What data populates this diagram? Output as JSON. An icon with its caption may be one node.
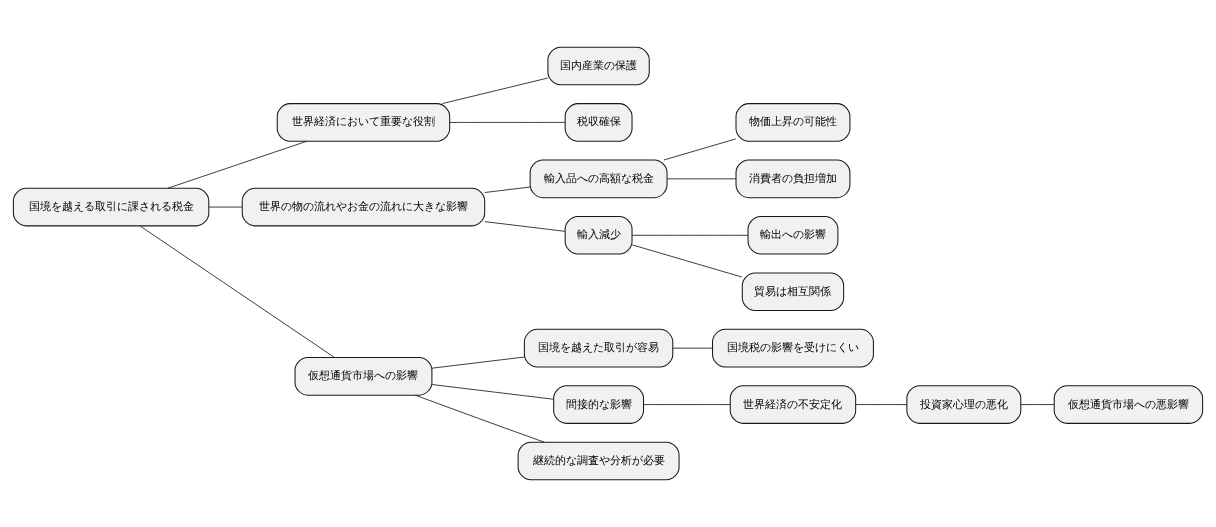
{
  "diagram": {
    "nodes": [
      {
        "text": [
          "国境を越える取引に課される税金"
        ]
      },
      {
        "text": [
          "世界経済において重要な役割"
        ]
      },
      {
        "text": [
          "国内産業の保護"
        ]
      },
      {
        "text": [
          "税収確保"
        ]
      },
      {
        "text": [
          "世界の物の流れやお金の流れに大きな影響"
        ]
      },
      {
        "text": [
          "輸入品への高額な税金"
        ]
      },
      {
        "text": [
          "物価上昇の可能性"
        ]
      },
      {
        "text": [
          "消費者の負担増加"
        ]
      },
      {
        "text": [
          "輸入減少"
        ]
      },
      {
        "text": [
          "輸出への影響"
        ]
      },
      {
        "text": [
          "貿易は相互関係"
        ]
      },
      {
        "text": [
          "仮想通貨市場への影響"
        ]
      },
      {
        "text": [
          "国境を越えた取引が容易"
        ]
      },
      {
        "text": [
          "国境税の影響を受けにくい"
        ]
      },
      {
        "text": [
          "間接的な影響"
        ]
      },
      {
        "text": [
          "世界経済の不安定化"
        ]
      },
      {
        "text": [
          "投資家心理の悪化"
        ]
      },
      {
        "text": [
          "仮想通貨市場への悪影響"
        ]
      },
      {
        "text": [
          "継続的な調査や分析が必要"
        ]
      }
    ],
    "edges": [
      {
        "from": 0,
        "to": 1,
        "arrow": "none"
      },
      {
        "from": 1,
        "to": 2,
        "arrow": "none"
      },
      {
        "from": 1,
        "to": 3,
        "arrow": "none"
      },
      {
        "from": 0,
        "to": 4,
        "arrow": "none"
      },
      {
        "from": 4,
        "to": 5,
        "arrow": "none"
      },
      {
        "from": 5,
        "to": 6,
        "arrow": "none"
      },
      {
        "from": 5,
        "to": 7,
        "arrow": "none"
      },
      {
        "from": 4,
        "to": 8,
        "arrow": "none"
      },
      {
        "from": 8,
        "to": 9,
        "arrow": "none"
      },
      {
        "from": 8,
        "to": 10,
        "arrow": "none"
      },
      {
        "from": 0,
        "to": 11,
        "arrow": "none"
      },
      {
        "from": 11,
        "to": 12,
        "arrow": "none"
      },
      {
        "from": 12,
        "to": 13,
        "arrow": "none"
      },
      {
        "from": 11,
        "to": 14,
        "arrow": "none"
      },
      {
        "from": 14,
        "to": 15,
        "arrow": "none"
      },
      {
        "from": 15,
        "to": 16,
        "arrow": "none"
      },
      {
        "from": 16,
        "to": 17,
        "arrow": "none"
      },
      {
        "from": 11,
        "to": 18,
        "arrow": "none"
      }
    ]
  }
}
